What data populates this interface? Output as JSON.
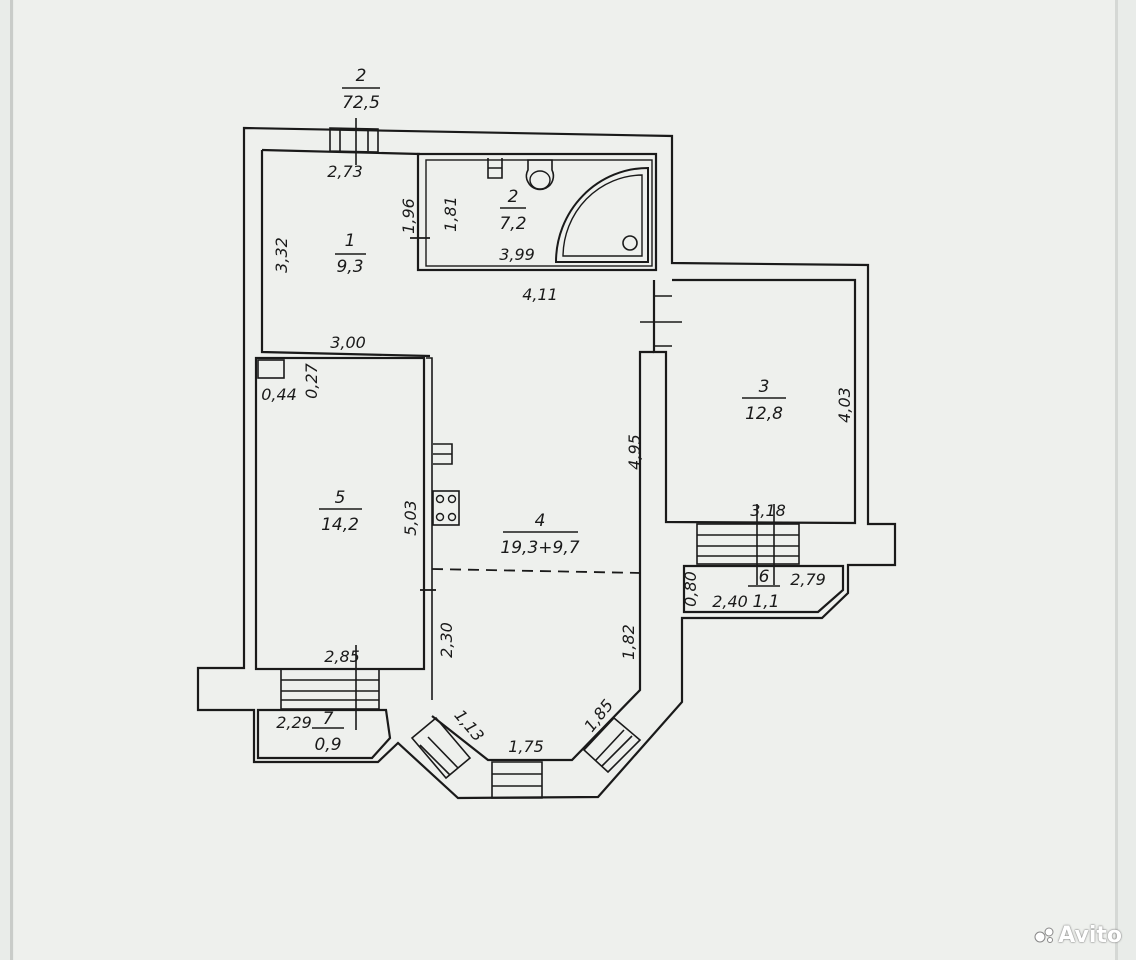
{
  "plan": {
    "total": {
      "number": "2",
      "area": "72,5"
    },
    "rooms": [
      {
        "number": "1",
        "area": "9,3"
      },
      {
        "number": "2",
        "area": "7,2"
      },
      {
        "number": "3",
        "area": "12,8"
      },
      {
        "number": "4",
        "area": "19,3+9,7"
      },
      {
        "number": "5",
        "area": "14,2"
      },
      {
        "number": "6",
        "area": "1,1"
      },
      {
        "number": "7",
        "area": "0,9"
      }
    ],
    "dimensions": {
      "d273": "2,73",
      "d196": "1,96",
      "d181": "1,81",
      "d332": "3,32",
      "d399": "3,99",
      "d411": "4,11",
      "d300": "3,00",
      "d027": "0,27",
      "d044": "0,44",
      "d495": "4,95",
      "d403": "4,03",
      "d503": "5,03",
      "d318": "3,18",
      "d080": "0,80",
      "d240": "2,40",
      "d279": "2,79",
      "d230": "2,30",
      "d182": "1,82",
      "d285": "2,85",
      "d229": "2,29",
      "d113": "1,13",
      "d175": "1,75",
      "d185": "1,85"
    }
  },
  "watermark": {
    "text": "Avito"
  },
  "colors": {
    "paper": "#eef0ed",
    "ink": "#1a1a1a"
  }
}
